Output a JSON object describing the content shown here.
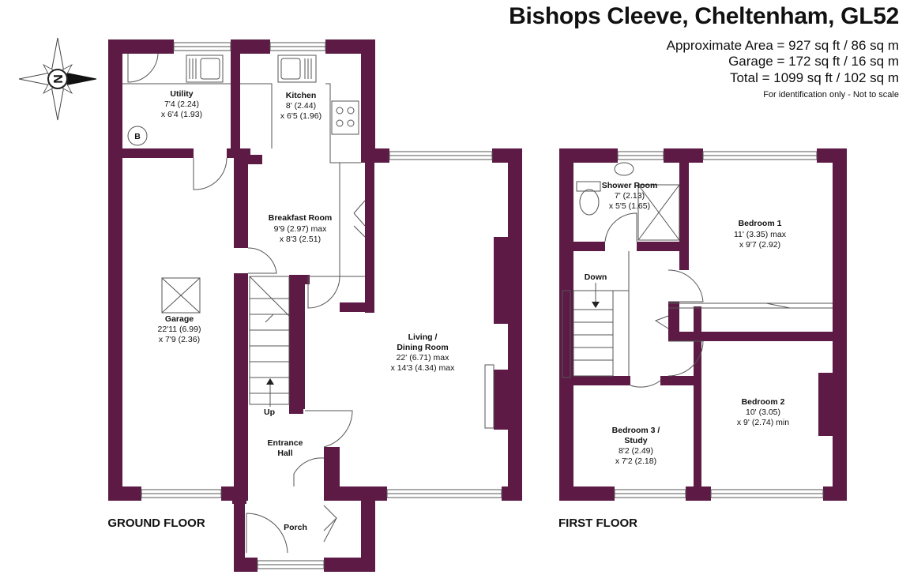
{
  "header": {
    "title": "Bishops Cleeve, Cheltenham, GL52",
    "area_line": "Approximate Area = 927 sq ft / 86 sq m",
    "garage_line": "Garage = 172 sq ft / 16 sq m",
    "total_line": "Total = 1099 sq ft / 102 sq m",
    "note": "For identification only - Not to scale"
  },
  "compass": {
    "letter": "N"
  },
  "colors": {
    "wall": "#5c1a45",
    "fixture": "#555555",
    "text": "#111111"
  },
  "floors": {
    "ground": {
      "label": "GROUND FLOOR",
      "rooms": {
        "utility": {
          "name": "Utility",
          "dim1": "7'4 (2.24)",
          "dim2": "x 6'4 (1.93)"
        },
        "kitchen": {
          "name": "Kitchen",
          "dim1": "8' (2.44)",
          "dim2": "x 6'5 (1.96)"
        },
        "breakfast": {
          "name": "Breakfast Room",
          "dim1": "9'9 (2.97) max",
          "dim2": "x 8'3 (2.51)"
        },
        "garage": {
          "name": "Garage",
          "dim1": "22'11 (6.99)",
          "dim2": "x 7'9 (2.36)"
        },
        "living": {
          "name1": "Living /",
          "name2": "Dining Room",
          "dim1": "22' (6.71) max",
          "dim2": "x 14'3 (4.34) max"
        },
        "entrance": {
          "name1": "Entrance",
          "name2": "Hall"
        },
        "porch": {
          "name": "Porch"
        }
      },
      "boiler": "B",
      "stairs_label": "Up"
    },
    "first": {
      "label": "FIRST FLOOR",
      "rooms": {
        "shower": {
          "name": "Shower Room",
          "dim1": "7' (2.13)",
          "dim2": "x 5'5 (1.65)"
        },
        "bedroom1": {
          "name": "Bedroom 1",
          "dim1": "11' (3.35) max",
          "dim2": "x 9'7 (2.92)"
        },
        "bedroom2": {
          "name": "Bedroom 2",
          "dim1": "10' (3.05)",
          "dim2": "x 9' (2.74) min"
        },
        "bedroom3": {
          "name1": "Bedroom 3 /",
          "name2": "Study",
          "dim1": "8'2 (2.49)",
          "dim2": "x 7'2 (2.18)"
        }
      },
      "stairs_label": "Down"
    }
  }
}
